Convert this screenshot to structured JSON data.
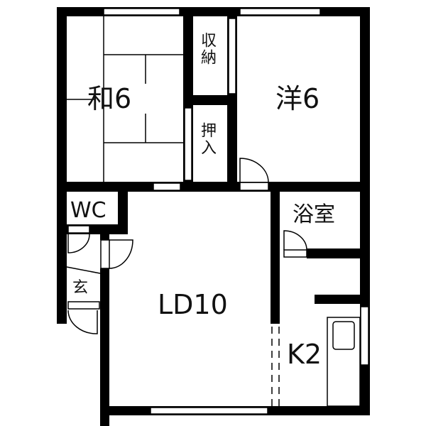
{
  "diagram": {
    "type": "floor_plan",
    "rooms": [
      {
        "id": "washitsu",
        "label": "和6",
        "kind": "Japanese-style room",
        "size_jo": 6
      },
      {
        "id": "youshitsu",
        "label": "洋6",
        "kind": "Western-style room",
        "size_jo": 6
      },
      {
        "id": "shuno",
        "label": "収納",
        "kind": "storage"
      },
      {
        "id": "oshiire",
        "label": "押入",
        "kind": "closet"
      },
      {
        "id": "wc",
        "label": "WC",
        "kind": "toilet"
      },
      {
        "id": "genkan",
        "label": "玄",
        "kind": "entrance"
      },
      {
        "id": "ld",
        "label": "LD10",
        "kind": "living-dining",
        "size_jo": 10
      },
      {
        "id": "bath",
        "label": "浴室",
        "kind": "bathroom"
      },
      {
        "id": "kitchen",
        "label": "K2",
        "kind": "kitchen",
        "size_jo": 2
      }
    ],
    "colors": {
      "wall": "#000000",
      "background": "#ffffff",
      "line": "#111111"
    }
  }
}
